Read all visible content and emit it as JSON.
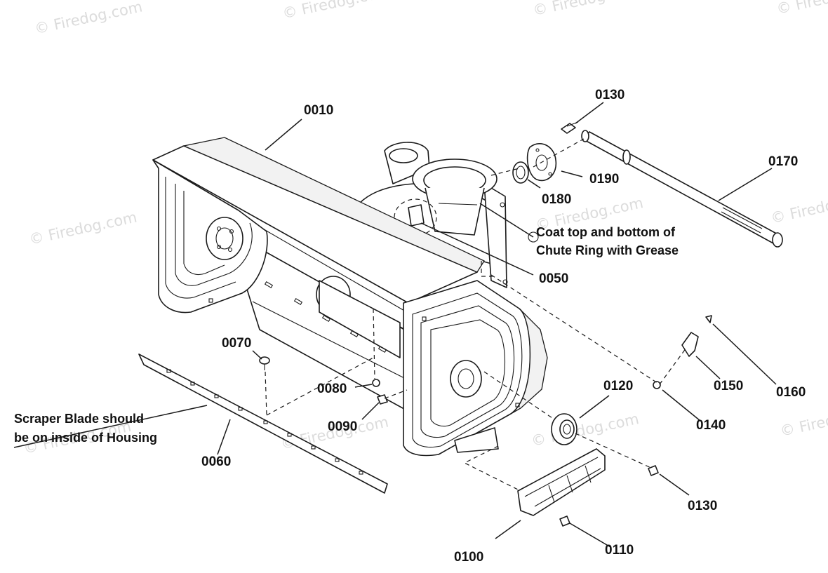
{
  "watermark": "© Firedog.com",
  "callouts": {
    "p0010": "0010",
    "p0050": "0050",
    "p0060": "0060",
    "p0070": "0070",
    "p0080": "0080",
    "p0090": "0090",
    "p0100": "0100",
    "p0110": "0110",
    "p0120": "0120",
    "p0130_top": "0130",
    "p0130_bottom": "0130",
    "p0140": "0140",
    "p0150": "0150",
    "p0160": "0160",
    "p0170": "0170",
    "p0180": "0180",
    "p0190": "0190"
  },
  "notes": {
    "grease_line1": "Coat top and bottom of",
    "grease_line2": "Chute Ring with Grease",
    "scraper_line1": "Scraper Blade should",
    "scraper_line2": "be on inside of Housing"
  }
}
